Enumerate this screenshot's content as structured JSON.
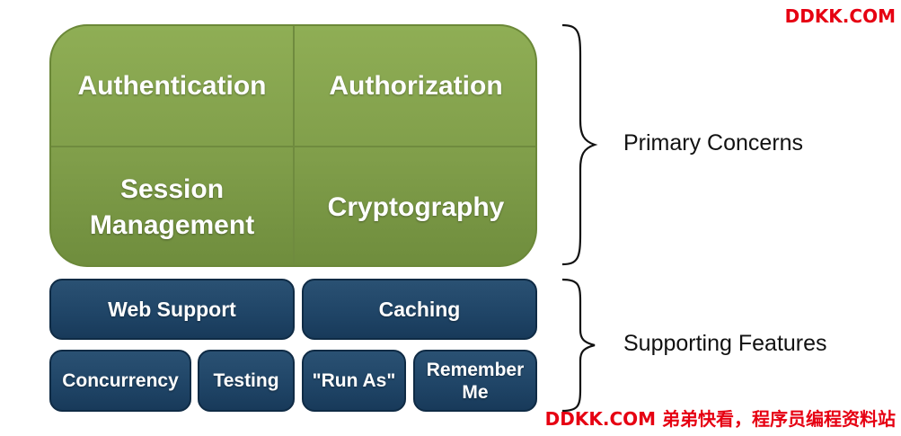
{
  "primary": {
    "authentication": "Authentication",
    "authorization": "Authorization",
    "session_line1": "Session",
    "session_line2": "Management",
    "cryptography": "Cryptography"
  },
  "supporting": {
    "web_support": "Web Support",
    "caching": "Caching",
    "concurrency": "Concurrency",
    "testing": "Testing",
    "run_as": "\"Run As\"",
    "remember_line1": "Remember",
    "remember_line2": "Me"
  },
  "labels": {
    "primary_concerns": "Primary Concerns",
    "supporting_features": "Supporting Features"
  },
  "watermark": {
    "top": "DDKK.COM",
    "bottom": "DDKK.COM 弟弟快看，程序员编程资料站"
  },
  "colors": {
    "primary_green": "#809e4a",
    "feature_blue": "#1f4466",
    "watermark_red": "#e60012"
  }
}
